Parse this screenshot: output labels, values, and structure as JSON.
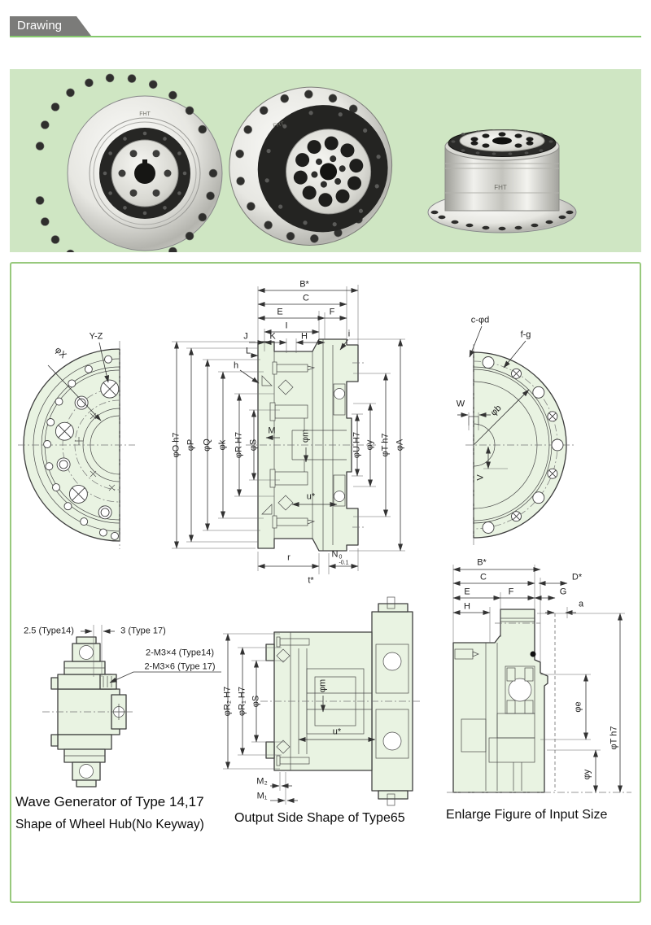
{
  "theme": {
    "accent_green": "#86c96e",
    "panel_border": "#98c97d",
    "banner_bg": "#cfe6c3",
    "part_fill": "#e9f3e2",
    "tab_bg": "#7b7b79",
    "line_color": "#333333"
  },
  "tab": {
    "label": "Drawing"
  },
  "photos": {
    "logo": "FHT"
  },
  "front_view": {
    "yz": "Y-Z",
    "phi_x": "φX"
  },
  "main_view": {
    "b": "B*",
    "c": "C",
    "e": "E",
    "f": "F",
    "i_len": "I",
    "j": "J",
    "k": "K",
    "h_len": "H",
    "l": "L",
    "h_leader": "h",
    "i_leader": "i",
    "phi_o": "φO h7",
    "phi_p": "φP",
    "phi_q": "φQ",
    "phi_k": "φk",
    "phi_r": "φR H7",
    "phi_s": "φS",
    "m_len": "M",
    "phi_m": "φm",
    "phi_u": "φU H7",
    "phi_y": "φy",
    "phi_t": "φT h7",
    "phi_a": "φA",
    "u": "u*",
    "r": "r",
    "t": "t*",
    "n_base": "N",
    "n_sup": "0",
    "n_sub": "-0.1"
  },
  "rear_view": {
    "c_phi_d": "c-φd",
    "f_g": "f-g",
    "phi_b": "φb",
    "w": "W",
    "v": "V"
  },
  "wave_view": {
    "dim_25": "2.5 (Type14)",
    "dim_3": "3 (Type 17)",
    "note_m3x4": "2-M3×4 (Type14)",
    "note_m3x6": "2-M3×6 (Type 17)"
  },
  "output_view": {
    "phi_r2": "φR₂ H7",
    "phi_r1": "φR₁ H7",
    "phi_s": "φS",
    "phi_m": "φm",
    "u": "u*",
    "m2": "M₂",
    "m1": "M₁"
  },
  "input_view": {
    "b": "B*",
    "c": "C",
    "d": "D*",
    "e": "E",
    "f": "F",
    "g": "G",
    "h": "H",
    "a": "a",
    "phi_e": "φe",
    "phi_t": "φT h7",
    "phi_y": "φy"
  },
  "captions": {
    "wave1": "Wave Generator of Type 14,17",
    "wave2": "Shape of Wheel Hub(No Keyway)",
    "output": "Output Side Shape of Type65",
    "input": "Enlarge Figure of Input Size"
  }
}
